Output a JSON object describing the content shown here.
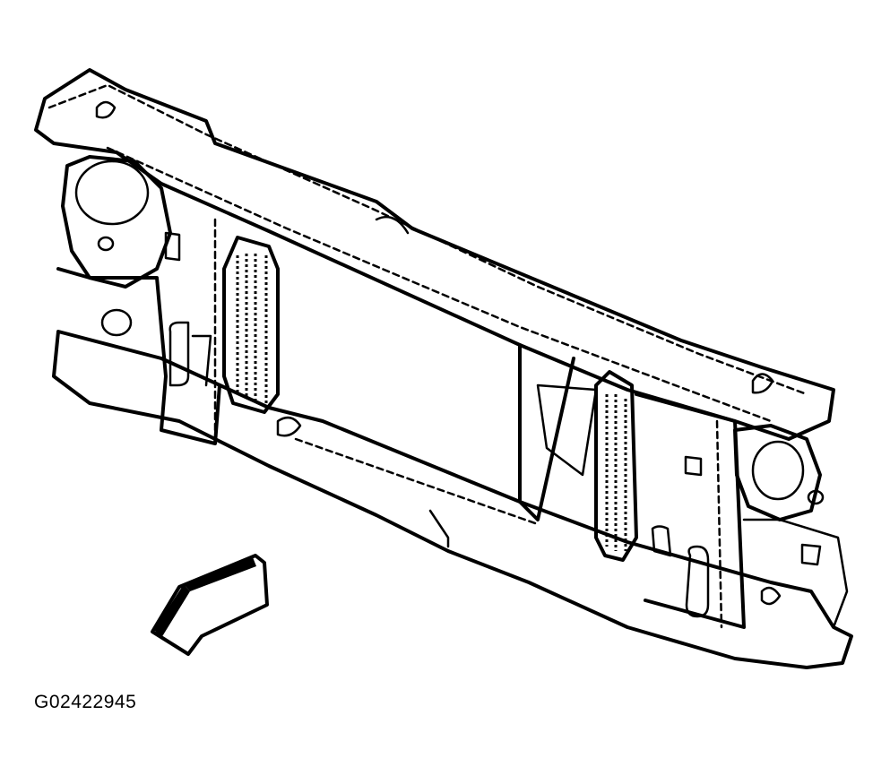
{
  "figure": {
    "id_label": "G02422945",
    "subject": "radiator-support-assembly",
    "orientation_arrow": "front-arrow",
    "line_color": "#000000",
    "background_color": "#ffffff"
  }
}
